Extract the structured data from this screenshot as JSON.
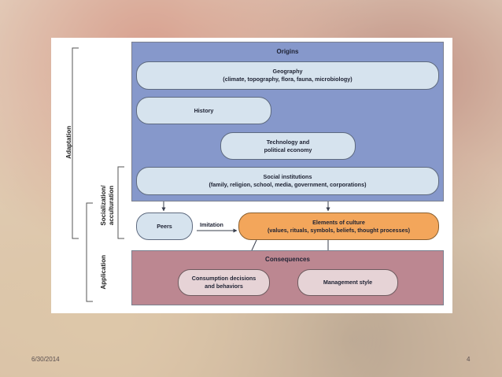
{
  "diagram": {
    "origins_title": "Origins",
    "geography_line1": "Geography",
    "geography_line2": "(climate, topography, flora, fauna, microbiology)",
    "history": "History",
    "technology_line1": "Technology and",
    "technology_line2": "political economy",
    "social_line1": "Social institutions",
    "social_line2": "(family, religion, school, media, government, corporations)",
    "peers": "Peers",
    "imitation": "Imitation",
    "culture_line1": "Elements of culture",
    "culture_line2": "(values, rituals, symbols, beliefs, thought processes)",
    "consequences_title": "Consequences",
    "consumption_line1": "Consumption decisions",
    "consumption_line2": "and behaviors",
    "management": "Management style"
  },
  "side_labels": {
    "adaptation": "Adaptation",
    "socialization_line1": "Socialization/",
    "socialization_line2": "acculturation",
    "application": "Application"
  },
  "footer": {
    "date": "6/30/2014",
    "page": "4"
  },
  "colors": {
    "origins_band": "#8698cb",
    "consequences_band": "#bc8791",
    "culture_box": "#f3a65b",
    "light_box": "#d6e3ee"
  }
}
